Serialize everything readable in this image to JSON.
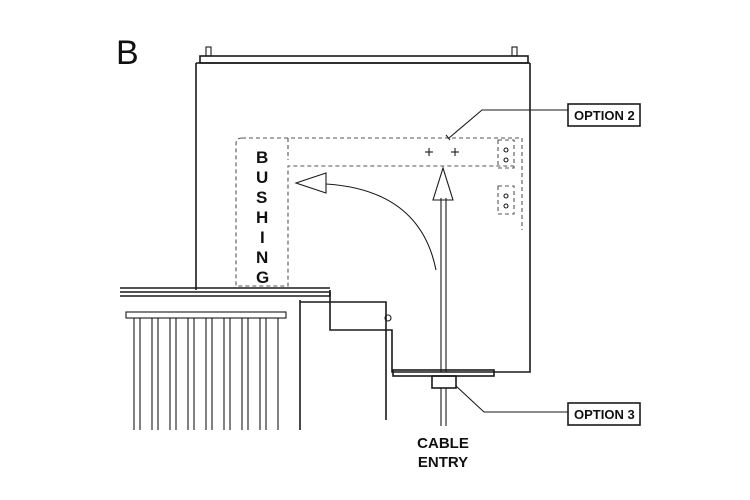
{
  "panel_letter": "B",
  "callouts": {
    "option_2": "OPTION 2",
    "option_3": "OPTION 3"
  },
  "bushing_letters": [
    "B",
    "U",
    "S",
    "H",
    "I",
    "N",
    "G"
  ],
  "cable_entry": {
    "line1": "CABLE",
    "line2": "ENTRY"
  }
}
